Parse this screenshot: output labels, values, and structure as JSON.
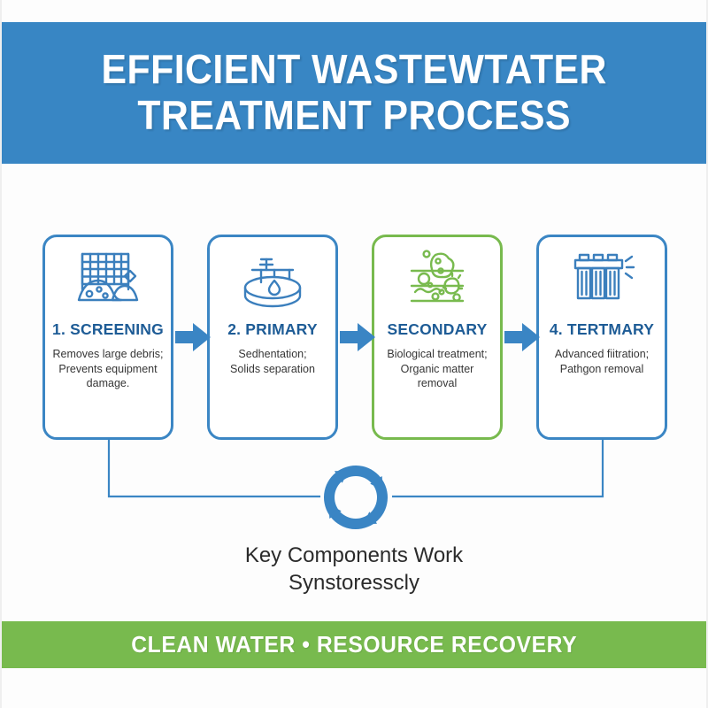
{
  "header": {
    "title": "EFFICIENT WASTEWTATER\nTREATMENT PROCESS",
    "background_color": "#3886c4",
    "text_color": "#ffffff"
  },
  "steps": [
    {
      "title": "1. SCREENING",
      "description": "Removes large debris;\nPrevents equipment\ndamage.",
      "icon": "screen-grid-debris-icon",
      "border_color": "#3b86c4",
      "icon_color": "#3b7fbd",
      "title_color": "#1e5c96"
    },
    {
      "title": "2. PRIMARY",
      "description": "Sedhentation;\nSolids separation",
      "icon": "clarifier-tank-icon",
      "border_color": "#3b86c4",
      "icon_color": "#3b7fbd",
      "title_color": "#1e5c96"
    },
    {
      "title": "SECONDARY",
      "description": "Biological treatment;\nOrganic matter removal",
      "icon": "microbes-biological-icon",
      "border_color": "#78ba4e",
      "icon_color": "#78ba4e",
      "title_color": "#1e5c96"
    },
    {
      "title": "4. TERTMARY",
      "description": "Advanced fiitration;\nPathgon removal",
      "icon": "filter-cartridges-icon",
      "border_color": "#3b86c4",
      "icon_color": "#3b7fbd",
      "title_color": "#1e5c96"
    }
  ],
  "flow_arrows": [
    {
      "icon": "arrow-right-icon",
      "color": "#3a85c4"
    },
    {
      "icon": "arrow-right-icon",
      "color": "#3a85c4"
    },
    {
      "icon": "arrow-right-icon",
      "color": "#3a85c4"
    }
  ],
  "cycle": {
    "icon": "circular-arrows-recycle-icon",
    "color": "#3a85c4",
    "caption": "Key Components Work\nSynstoresscly",
    "caption_color": "#2b2b2b",
    "connector_color": "#3b86c4"
  },
  "footer": {
    "text": "CLEAN WATER • RESOURCE RECOVERY",
    "background_color": "#78ba4e",
    "text_color": "#ffffff"
  }
}
